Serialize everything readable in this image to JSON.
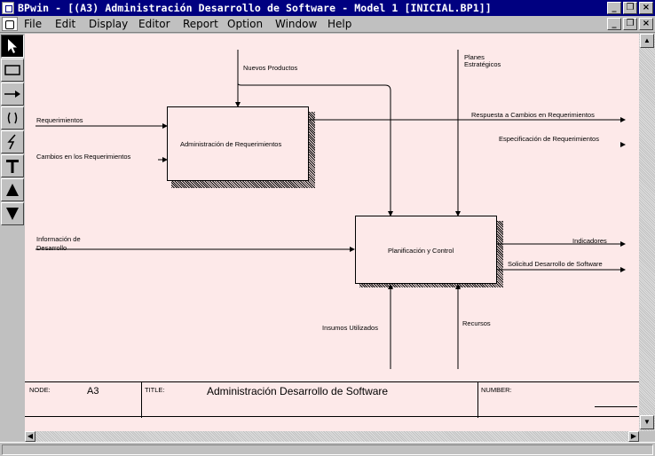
{
  "window": {
    "title": "BPwin - [(A3) Administración Desarrollo de  Software - Model 1  [INICIAL.BP1]]"
  },
  "menu": {
    "items": [
      "File",
      "Edit",
      "Display",
      "Editor",
      "Report",
      "Option",
      "Window",
      "Help"
    ]
  },
  "toolbox": {
    "tools": [
      "pointer-icon",
      "box-icon",
      "arrow-icon",
      "squiggle-icon",
      "lightning-icon",
      "text-icon",
      "triangle-up-icon",
      "triangle-down-icon"
    ]
  },
  "diagram": {
    "boxes": {
      "req": "Administración de Requerimientos",
      "plan": "Planificación y Control"
    },
    "arrows": {
      "nuevos_productos": "Nuevos Productos",
      "planes_1": "Planes",
      "planes_2": "Estratégicos",
      "requerimientos": "Requerimientos",
      "cambios": "Cambios en los Requerimientos",
      "respuesta": "Respuesta a Cambios en Requerimientos",
      "especificacion": "Especificación de Requerimientos",
      "info_1": "Información de",
      "info_2": "Desarrollo",
      "indicadores": "Indicadores",
      "solicitud": "Solicitud Desarrollo de Software",
      "insumos": "Insumos Utilizados",
      "recursos": "Recursos"
    }
  },
  "footer": {
    "node_label": "NODE:",
    "node_value": "A3",
    "title_label": "TITLE:",
    "title_value": "Administración Desarrollo de  Software",
    "number_label": "NUMBER:"
  },
  "colors": {
    "canvas": "#fde9e9",
    "titlebar": "#000080"
  }
}
